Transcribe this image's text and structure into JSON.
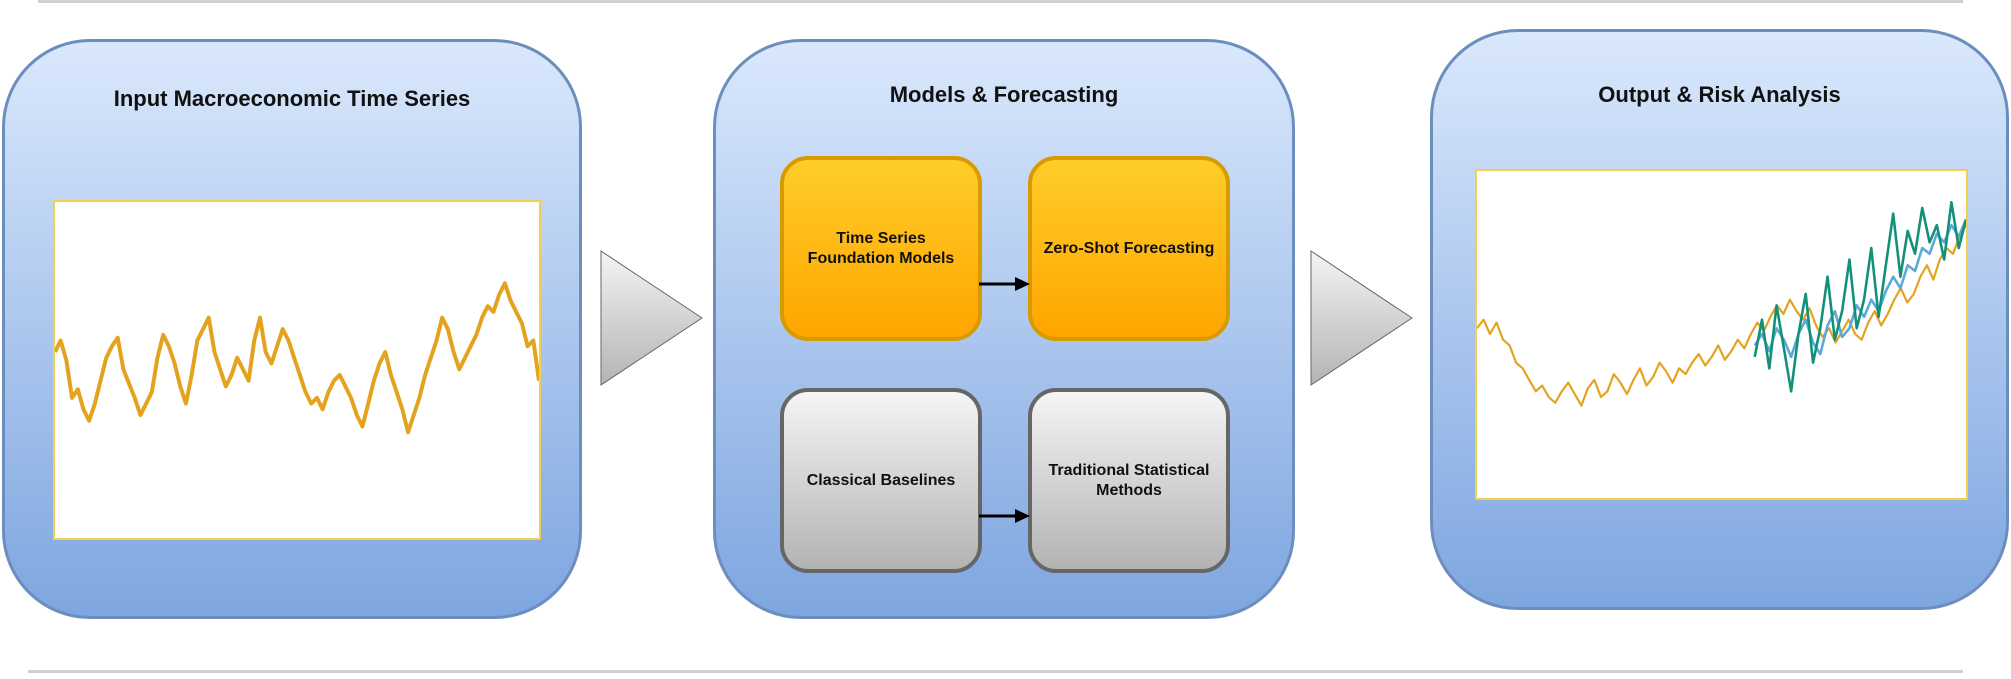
{
  "panels": {
    "input": {
      "title": "Input Macroeconomic Time Series"
    },
    "models": {
      "title": "Models & Forecasting",
      "boxes": {
        "foundation": "Time Series Foundation Models",
        "zero_shot": "Zero-Shot Forecasting",
        "classical": "Classical Baselines",
        "traditional": "Traditional Statistical Methods"
      }
    },
    "output": {
      "title": "Output & Risk Analysis"
    }
  },
  "colors": {
    "panel_border": "#6c8ebf",
    "series_history": "#e3a31f",
    "series_forecast_a": "#5aa9d6",
    "series_forecast_b": "#13907a",
    "box_orange_border": "#d79b00",
    "box_grey_border": "#666666"
  },
  "chart_data": [
    {
      "type": "line",
      "series": [
        {
          "color": "#e3a31f",
          "values": [
            58,
            62,
            55,
            42,
            45,
            38,
            34,
            40,
            48,
            56,
            60,
            63,
            52,
            47,
            42,
            36,
            40,
            44,
            56,
            64,
            60,
            54,
            46,
            40,
            50,
            62,
            66,
            70,
            58,
            52,
            46,
            50,
            56,
            52,
            48,
            62,
            70,
            58,
            54,
            60,
            66,
            62,
            56,
            50,
            44,
            40,
            42,
            38,
            44,
            48,
            50,
            46,
            42,
            36,
            32,
            40,
            48,
            54,
            58,
            50,
            44,
            38,
            30,
            36,
            42,
            50,
            56,
            62,
            70,
            66,
            58,
            52,
            56,
            60,
            64,
            70,
            74,
            72,
            78,
            82,
            76,
            72,
            68,
            60,
            62,
            48
          ]
        }
      ]
    },
    {
      "type": "line",
      "series": [
        {
          "color": "#e3a31f",
          "values": [
            52,
            55,
            50,
            54,
            48,
            46,
            40,
            38,
            34,
            30,
            32,
            28,
            26,
            30,
            33,
            29,
            25,
            31,
            34,
            28,
            30,
            36,
            33,
            29,
            34,
            38,
            32,
            35,
            40,
            37,
            33,
            38,
            36,
            40,
            43,
            39,
            42,
            46,
            41,
            44,
            48,
            45,
            50,
            54,
            51,
            56,
            60,
            57,
            62,
            58,
            55,
            59,
            53,
            49,
            52,
            47,
            51,
            55,
            50,
            48,
            54,
            58,
            53,
            57,
            62,
            66,
            61,
            64,
            70,
            74,
            69,
            76,
            80,
            78,
            84,
            88
          ]
        },
        {
          "color": "#5aa9d6",
          "values": [
            46,
            50,
            44,
            52,
            48,
            42,
            50,
            55,
            47,
            43,
            53,
            58,
            49,
            52,
            60,
            56,
            62,
            58,
            65,
            70,
            66,
            74,
            72,
            80,
            78,
            85,
            82,
            88,
            84,
            90
          ]
        },
        {
          "color": "#13907a",
          "values": [
            42,
            55,
            38,
            60,
            45,
            30,
            50,
            64,
            40,
            52,
            70,
            48,
            58,
            76,
            52,
            62,
            80,
            56,
            74,
            92,
            70,
            86,
            78,
            94,
            82,
            88,
            76,
            96,
            80,
            90
          ]
        }
      ]
    }
  ]
}
